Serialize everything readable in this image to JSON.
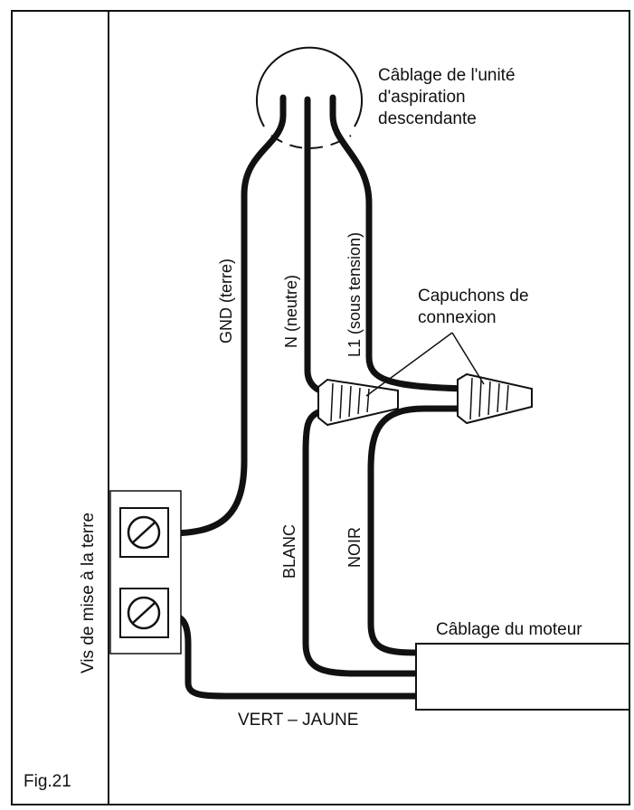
{
  "figure": {
    "id_label": "Fig.21"
  },
  "labels": {
    "downdraft_wiring": [
      "Câblage de l'unité",
      "d'aspiration",
      "descendante"
    ],
    "gnd": "GND (terre)",
    "neutral": "N (neutre)",
    "live": "L1 (sous tension)",
    "wire_caps": [
      "Capuchons de",
      "connexion"
    ],
    "ground_screws": "Vis de mise à la terre",
    "white": "BLANC",
    "black": "NOIR",
    "motor_wiring": "Câblage du moteur",
    "green_yellow": "VERT – JAUNE"
  },
  "colors": {
    "line": "#111111",
    "background": "#ffffff"
  }
}
